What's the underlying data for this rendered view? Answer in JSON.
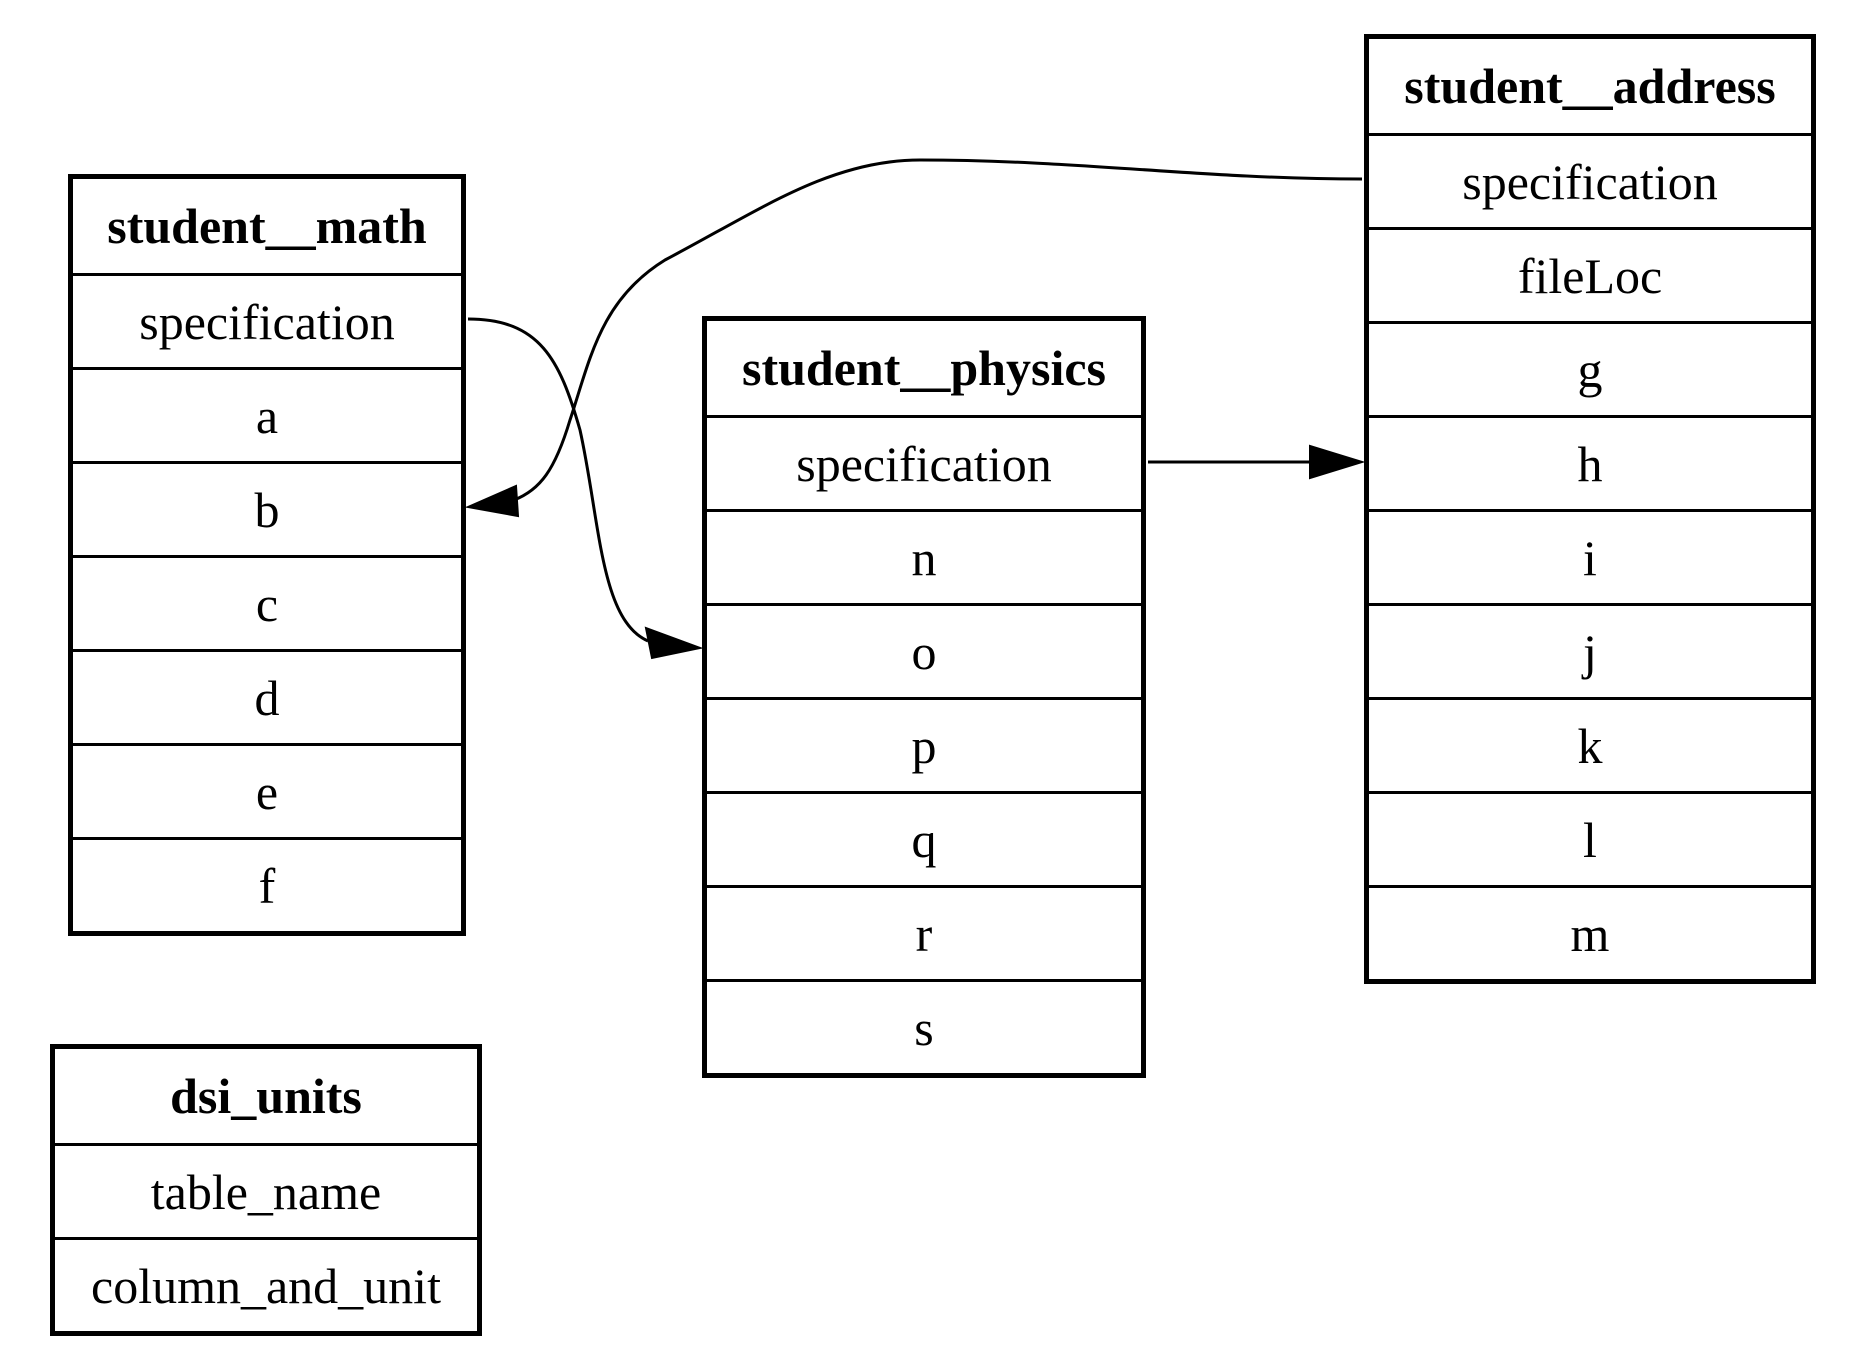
{
  "tables": [
    {
      "id": "math",
      "name": "student__math",
      "fields": [
        "specification",
        "a",
        "b",
        "c",
        "d",
        "e",
        "f"
      ]
    },
    {
      "id": "physics",
      "name": "student__physics",
      "fields": [
        "specification",
        "n",
        "o",
        "p",
        "q",
        "r",
        "s"
      ]
    },
    {
      "id": "address",
      "name": "student__address",
      "fields": [
        "specification",
        "fileLoc",
        "g",
        "h",
        "i",
        "j",
        "k",
        "l",
        "m"
      ]
    },
    {
      "id": "dsi",
      "name": "dsi_units",
      "fields": [
        "table_name",
        "column_and_unit"
      ]
    }
  ],
  "edges": [
    {
      "from": "student__math.specification",
      "to": "student__physics.o"
    },
    {
      "from": "student__physics.specification",
      "to": "student__address.h"
    },
    {
      "from": "student__address.specification",
      "to": "student__math.b"
    }
  ]
}
